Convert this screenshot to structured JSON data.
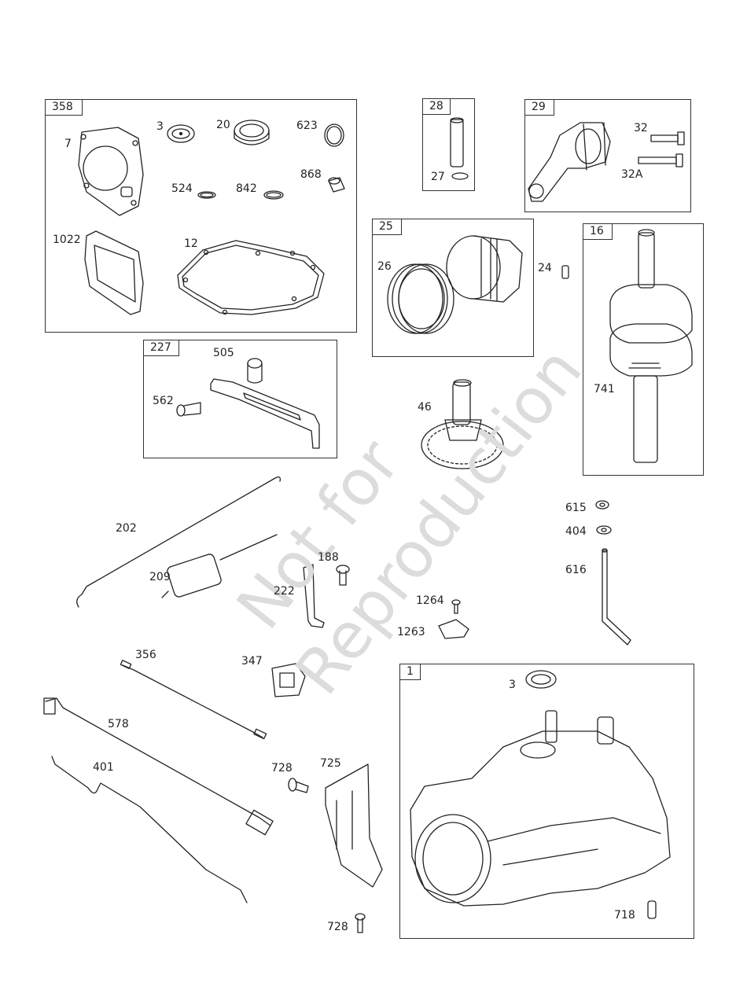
{
  "groups": {
    "g358": "358",
    "g28": "28",
    "g29": "29",
    "g25": "25",
    "g16": "16",
    "g227": "227",
    "g1": "1"
  },
  "labels": {
    "p3a": "3",
    "p20": "20",
    "p623": "623",
    "p7": "7",
    "p868": "868",
    "p524": "524",
    "p842": "842",
    "p1022": "1022",
    "p12": "12",
    "p27": "27",
    "p32": "32",
    "p32a": "32A",
    "p26": "26",
    "p24": "24",
    "p741": "741",
    "p505": "505",
    "p562": "562",
    "p46": "46",
    "p202": "202",
    "p209": "209",
    "p188": "188",
    "p222": "222",
    "p615": "615",
    "p404": "404",
    "p616": "616",
    "p1264": "1264",
    "p1263": "1263",
    "p356": "356",
    "p347": "347",
    "p578": "578",
    "p401": "401",
    "p728a": "728",
    "p725": "725",
    "p728b": "728",
    "p3b": "3",
    "p718": "718"
  },
  "watermark": {
    "line1": "Not for",
    "line2": "Reproduction",
    "color": "#d9d9d9"
  }
}
